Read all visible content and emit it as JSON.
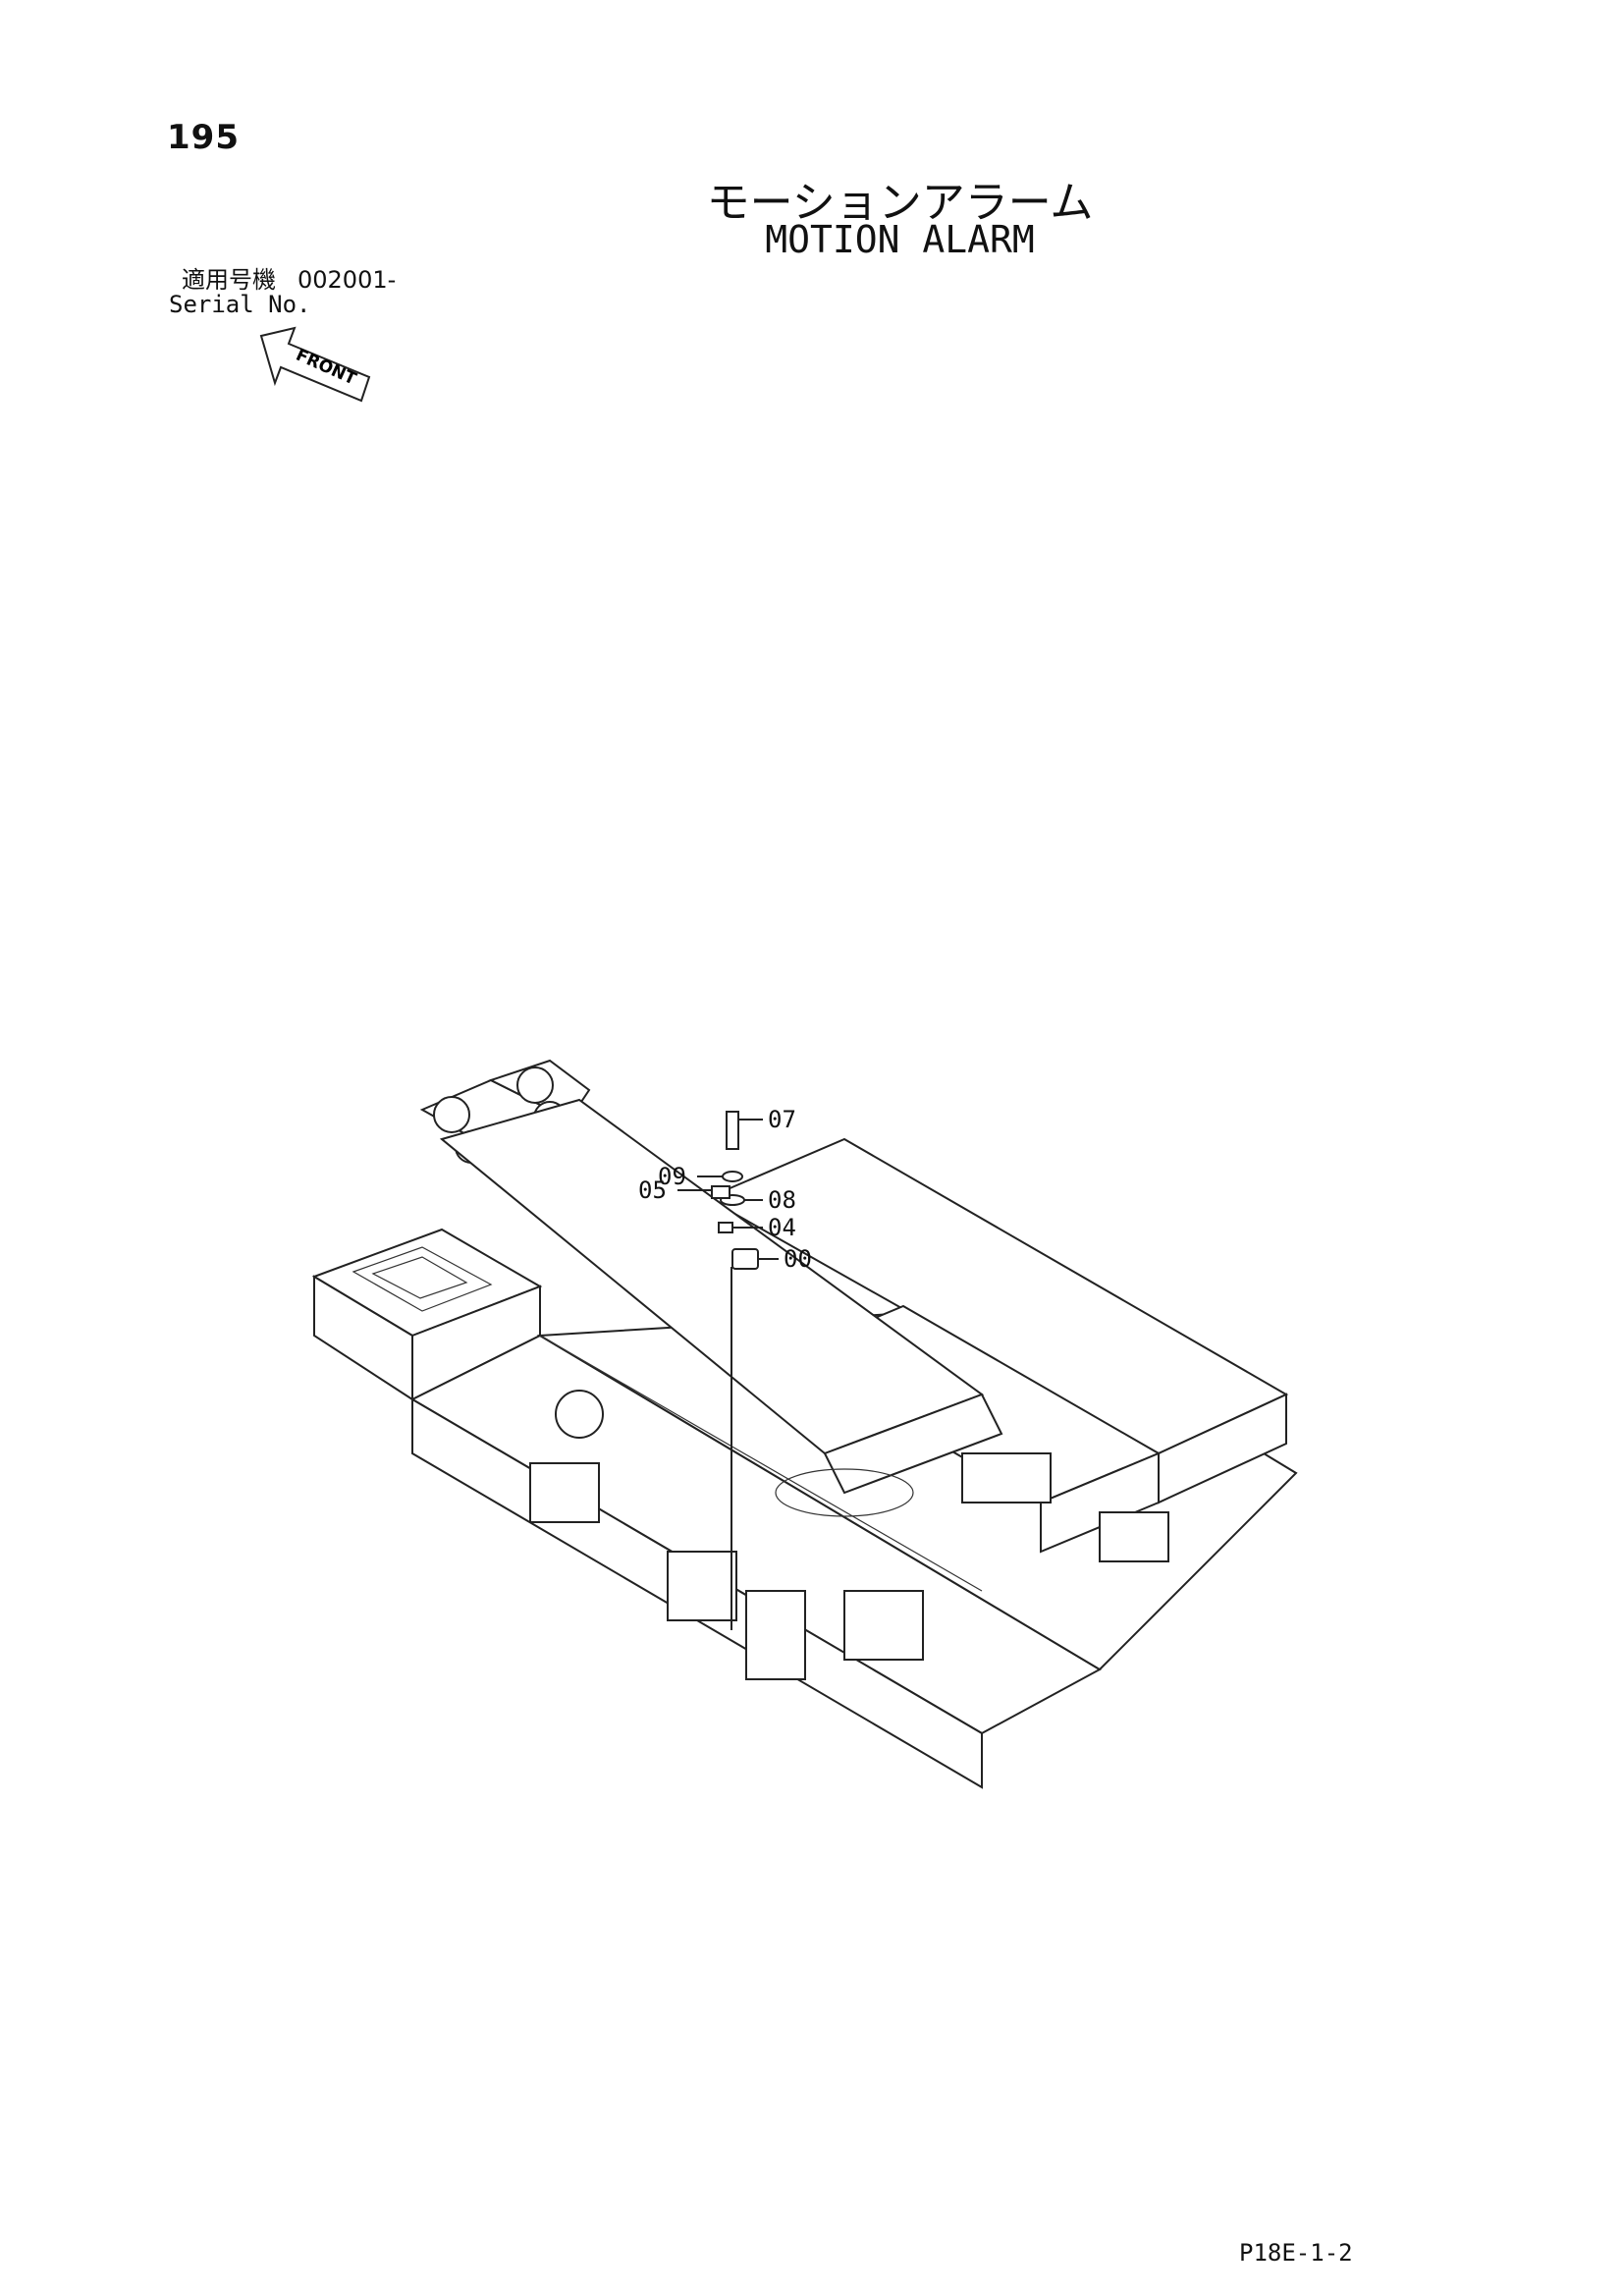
{
  "page_number": "195",
  "title_japanese": "モーションアラーム",
  "title_english": "MOTION ALARM",
  "serial": {
    "label_japanese": "適用号機",
    "value": "002001-",
    "label_english": "Serial No."
  },
  "front_label": "FRONT",
  "callouts": {
    "c07": "07",
    "c09": "09",
    "c08": "08",
    "c05": "05",
    "c04": "04",
    "c00": "00"
  },
  "footer_code": "P18E-1-2"
}
